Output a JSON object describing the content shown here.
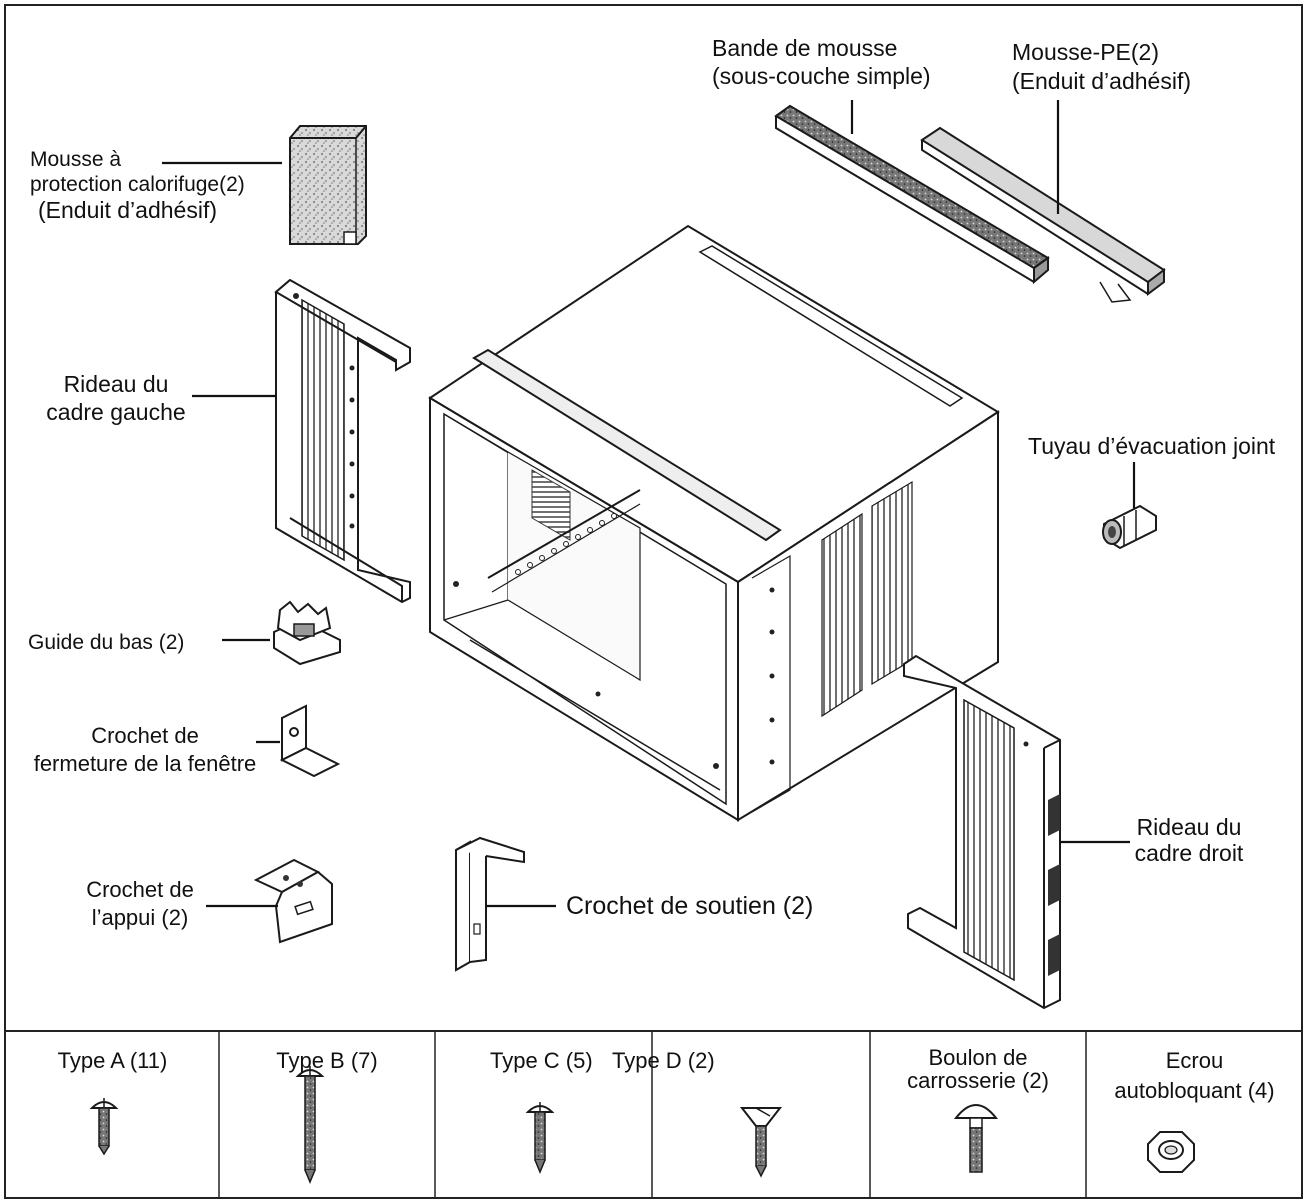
{
  "labels": {
    "mousse_protection": [
      "Mousse à",
      "protection calorifuge(2)",
      "(Enduit d’adhésif)"
    ],
    "bande_mousse": [
      "Bande de mousse",
      "(sous-couche simple)"
    ],
    "mousse_pe": [
      "Mousse-PE(2)",
      "(Enduit d’adhésif)"
    ],
    "rideau_gauche": [
      "Rideau du",
      "cadre gauche"
    ],
    "tuyau": "Tuyau d’évacuation joint",
    "guide_bas": "Guide du bas (2)",
    "crochet_fermeture": [
      "Crochet de",
      "fermeture de la fenêtre"
    ],
    "rideau_droit": [
      "Rideau du",
      "cadre droit"
    ],
    "crochet_appui": [
      "Crochet de",
      "l’appui (2)"
    ],
    "crochet_soutien": "Crochet de soutien (2)"
  },
  "hardware": {
    "type_a": "Type A (11)",
    "type_b": "Type B (7)",
    "type_c": "Type C (5)",
    "type_d": "Type D (2)",
    "boulon": [
      "Boulon de",
      "carrosserie (2)"
    ],
    "ecrou": [
      "Ecrou",
      "autobloquant (4)"
    ]
  }
}
